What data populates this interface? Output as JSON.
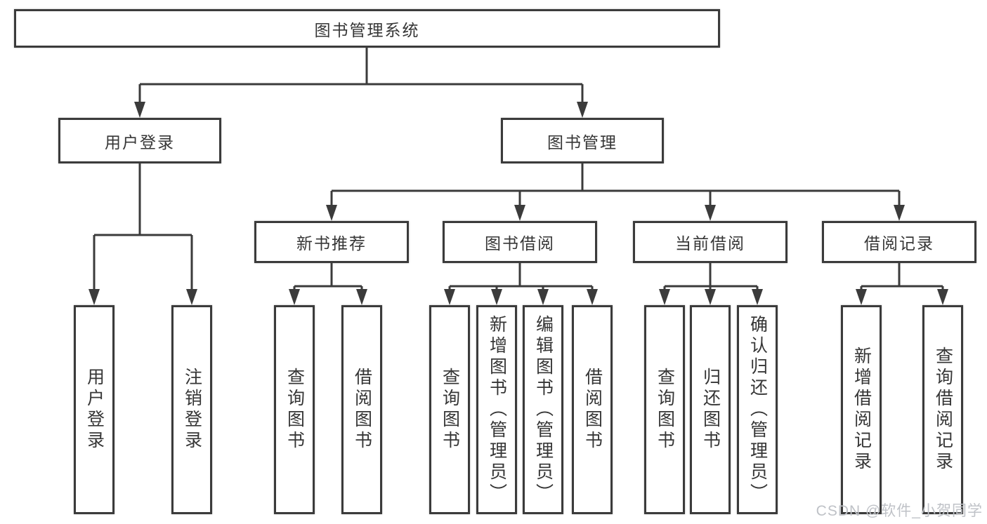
{
  "diagram": {
    "root_label": "图书管理系统",
    "user_login": {
      "label": "用户登录",
      "children": [
        "用户登录",
        "注销登录"
      ]
    },
    "book_mgmt": {
      "label": "图书管理"
    },
    "new_book": {
      "label": "新书推荐",
      "children": [
        "查询图书",
        "借阅图书"
      ]
    },
    "book_borrow": {
      "label": "图书借阅",
      "children": [
        "查询图书",
        "新增图书（管理员）",
        "编辑图书（管理员）",
        "借阅图书"
      ]
    },
    "current_borrow": {
      "label": "当前借阅",
      "children": [
        "查询图书",
        "归还图书",
        "确认归还（管理员）"
      ]
    },
    "borrow_record": {
      "label": "借阅记录",
      "children": [
        "新增借阅记录",
        "查询借阅记录"
      ]
    }
  },
  "watermark": {
    "text": "CSDN @软件_小贺同学"
  },
  "colors": {
    "line": "#3b3b3b",
    "text": "#363636",
    "background": "#ffffff",
    "watermark": "#bfc2c7"
  }
}
